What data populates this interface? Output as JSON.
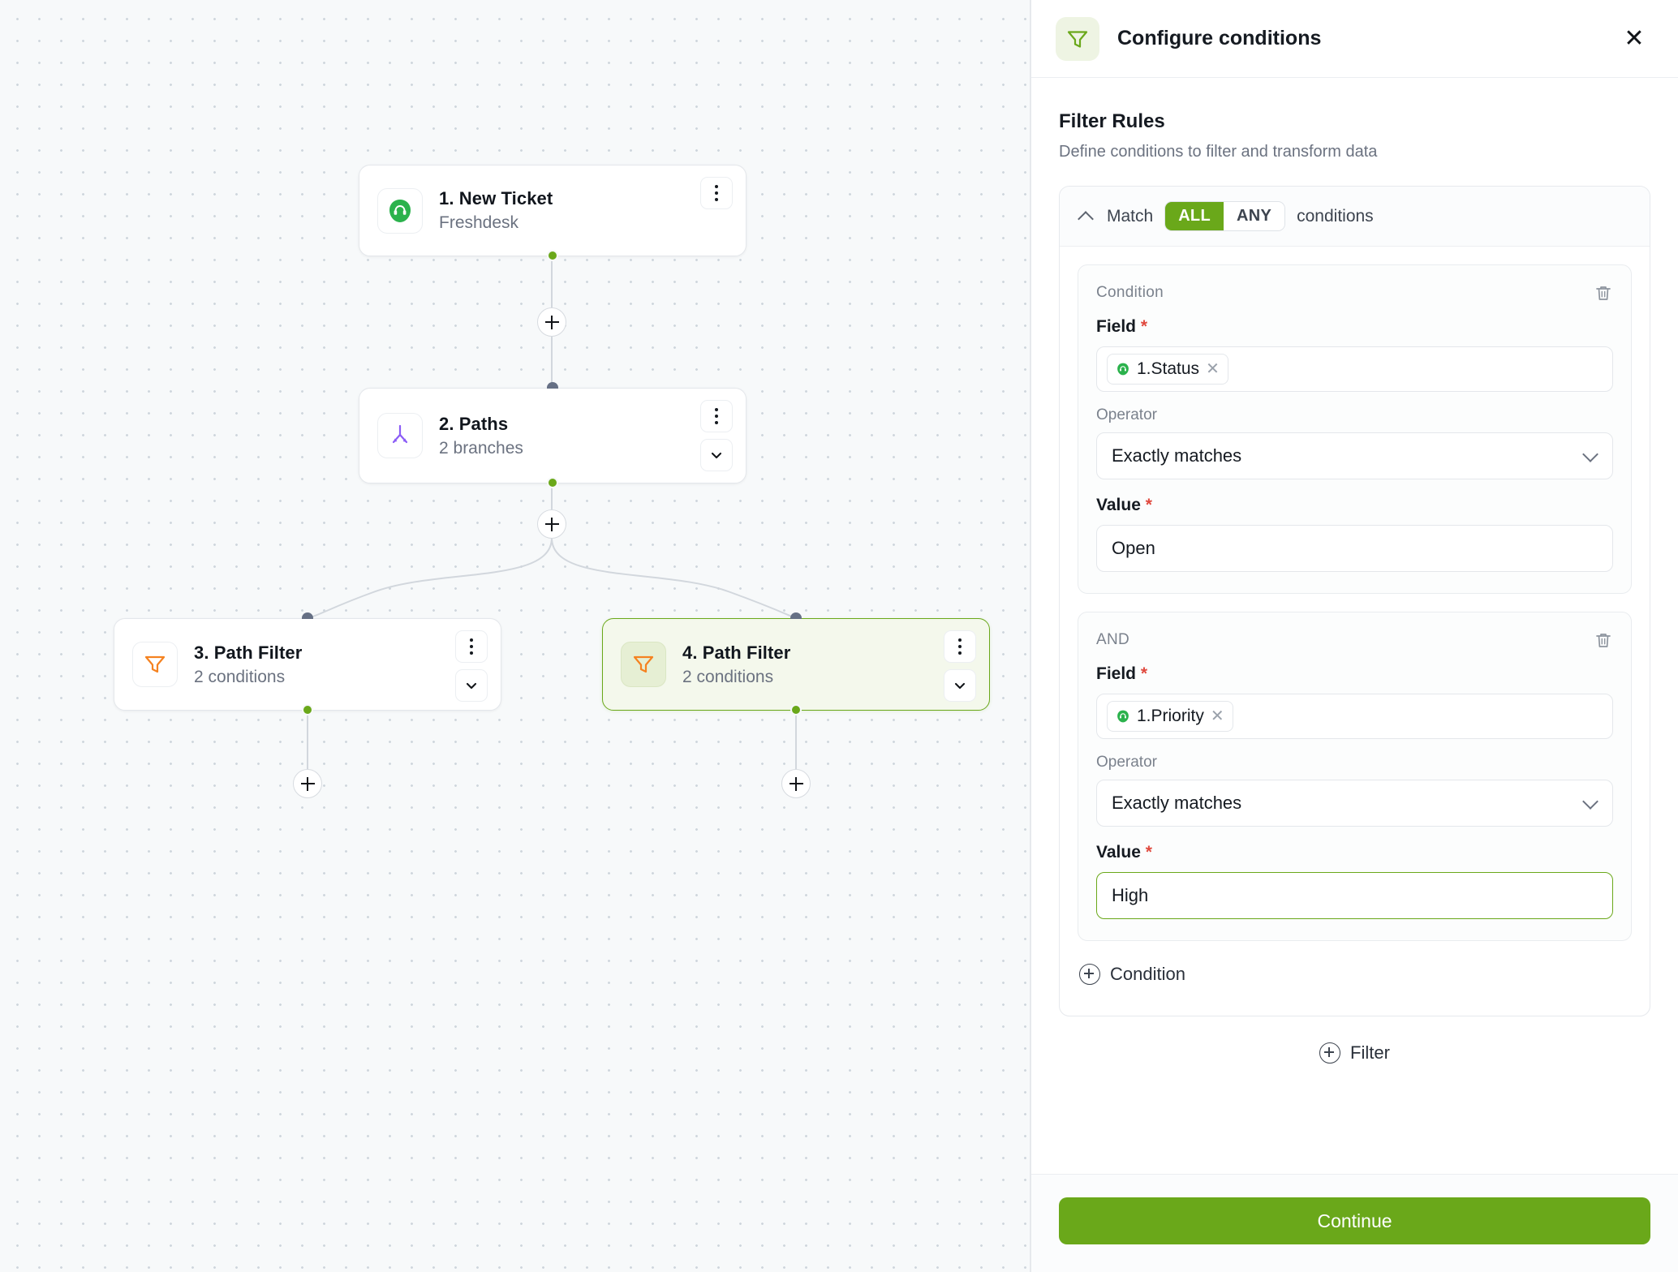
{
  "canvas": {
    "nodes": [
      {
        "id": "n1",
        "title": "1. New Ticket",
        "subtitle": "Freshdesk",
        "icon": "freshdesk-headset-icon",
        "selected": false,
        "has_chevron": false
      },
      {
        "id": "n2",
        "title": "2. Paths",
        "subtitle": "2 branches",
        "icon": "paths-branch-icon",
        "selected": false,
        "has_chevron": true
      },
      {
        "id": "n3",
        "title": "3. Path Filter",
        "subtitle": "2 conditions",
        "icon": "filter-funnel-icon",
        "selected": false,
        "has_chevron": true
      },
      {
        "id": "n4",
        "title": "4. Path Filter",
        "subtitle": "2 conditions",
        "icon": "filter-funnel-icon",
        "selected": true,
        "has_chevron": true
      }
    ],
    "add_step_label": "+",
    "colors": {
      "port_green": "#6aa81a",
      "selected_border": "#6aa81a",
      "edge": "#d2d7dd",
      "background": "#f7f9fa"
    }
  },
  "panel": {
    "header": {
      "title": "Configure conditions",
      "icon": "filter-funnel-icon",
      "close_icon": "close-icon"
    },
    "section": {
      "title": "Filter Rules",
      "subtitle": "Define conditions to filter and transform data"
    },
    "match": {
      "collapse_icon": "chevron-up-icon",
      "prefix": "Match",
      "options": [
        "ALL",
        "ANY"
      ],
      "selected": "ALL",
      "suffix": "conditions"
    },
    "conditions": [
      {
        "header": "Condition",
        "delete_icon": "trash-icon",
        "field_label": "Field",
        "field_required": "*",
        "field_token": {
          "label": "1.Status",
          "icon": "freshdesk-headset-icon",
          "remove_icon": "close-icon"
        },
        "operator_label": "Operator",
        "operator_value": "Exactly matches",
        "value_label": "Value",
        "value_required": "*",
        "value": "Open",
        "value_focused": false
      },
      {
        "header": "AND",
        "delete_icon": "trash-icon",
        "field_label": "Field",
        "field_required": "*",
        "field_token": {
          "label": "1.Priority",
          "icon": "freshdesk-headset-icon",
          "remove_icon": "close-icon"
        },
        "operator_label": "Operator",
        "operator_value": "Exactly matches",
        "value_label": "Value",
        "value_required": "*",
        "value": "High",
        "value_focused": true
      }
    ],
    "add_condition_label": "Condition",
    "add_filter_label": "Filter",
    "footer": {
      "continue_label": "Continue"
    },
    "colors": {
      "accent_green": "#6aa81a",
      "required_red": "#e04a3f",
      "muted_text": "#6b7280"
    }
  }
}
